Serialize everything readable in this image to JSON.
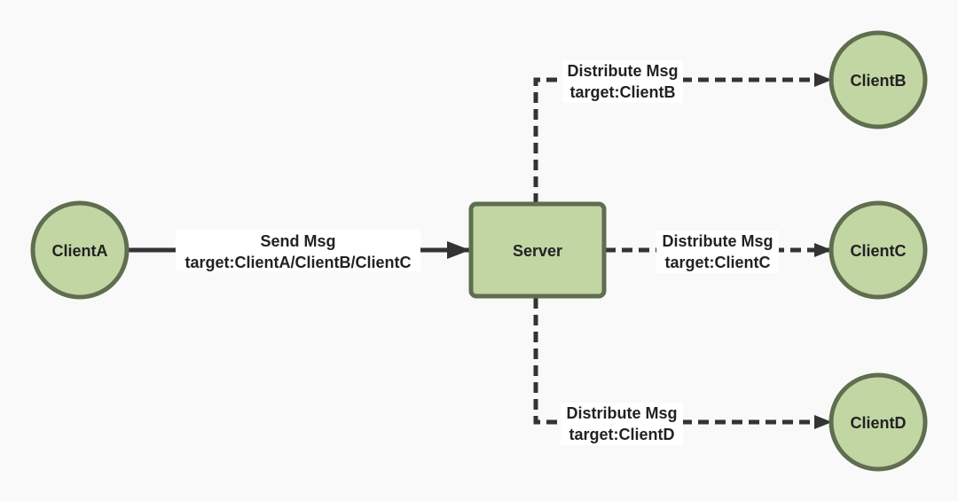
{
  "colors": {
    "background": "#f9f9f9",
    "node_fill": "#c2d6a4",
    "node_stroke": "#5f6e4f",
    "edge_stroke": "#333333",
    "text": "#222222",
    "label_bg": "#ffffff"
  },
  "nodes": {
    "client_a": {
      "label": "ClientA",
      "shape": "circle"
    },
    "server": {
      "label": "Server",
      "shape": "rounded-rect"
    },
    "client_b": {
      "label": "ClientB",
      "shape": "circle"
    },
    "client_c": {
      "label": "ClientC",
      "shape": "circle"
    },
    "client_d": {
      "label": "ClientD",
      "shape": "circle"
    }
  },
  "edges": {
    "send": {
      "from": "ClientA",
      "to": "Server",
      "style": "solid",
      "line1": "Send Msg",
      "line2": "target:ClientA/ClientB/ClientC"
    },
    "dist_b": {
      "from": "Server",
      "to": "ClientB",
      "style": "dashed",
      "line1": "Distribute Msg",
      "line2": "target:ClientB"
    },
    "dist_c": {
      "from": "Server",
      "to": "ClientC",
      "style": "dashed",
      "line1": "Distribute Msg",
      "line2": "target:ClientC"
    },
    "dist_d": {
      "from": "Server",
      "to": "ClientD",
      "style": "dashed",
      "line1": "Distribute Msg",
      "line2": "target:ClientD"
    }
  }
}
